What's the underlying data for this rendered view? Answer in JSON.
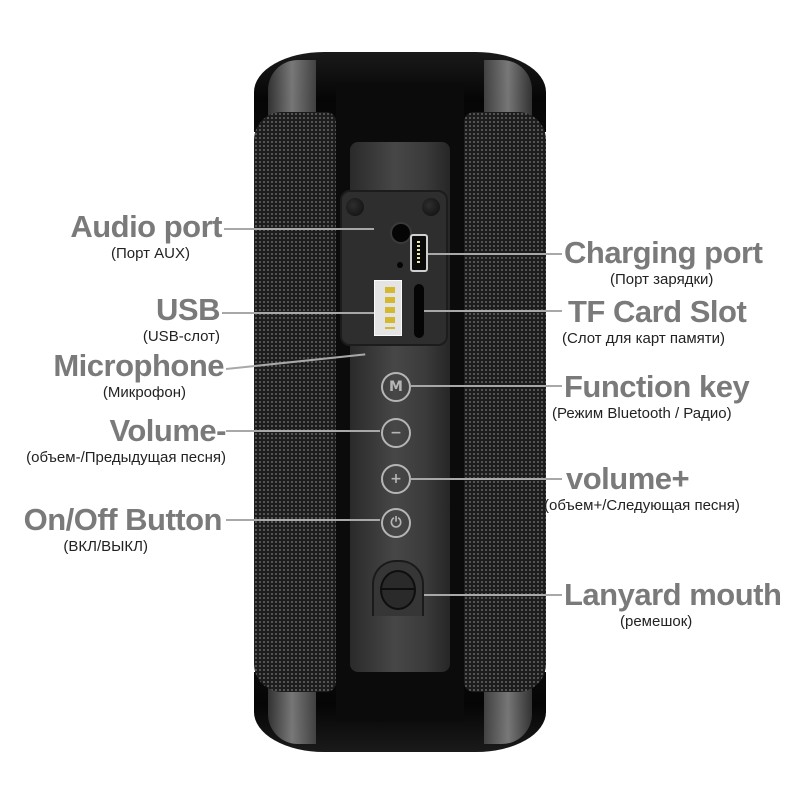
{
  "diagram": {
    "subject": "Portable Bluetooth speaker – back panel",
    "label_color": "#7a7a7a",
    "subtitle_color": "#222222",
    "leader_line_color": "#a8a8a8",
    "labels": {
      "audio_port": {
        "title": "Audio port",
        "subtitle": "(Порт AUX)"
      },
      "usb": {
        "title": "USB",
        "subtitle": "(USB-слот)"
      },
      "microphone": {
        "title": "Microphone",
        "subtitle": "(Микрофон)"
      },
      "volume_minus": {
        "title": "Volume-",
        "subtitle": "(объем-/Предыдущая песня)"
      },
      "on_off": {
        "title": "On/Off Button",
        "subtitle": "(ВКЛ/ВЫКЛ)"
      },
      "charging_port": {
        "title": "Charging port",
        "subtitle": "(Порт зарядки)"
      },
      "tf_card": {
        "title": "TF Card Slot",
        "subtitle": "(Слот для карт памяти)"
      },
      "function_key": {
        "title": "Function key",
        "subtitle": "(Режим Bluetooth / Радио)"
      },
      "volume_plus": {
        "title": "volume+",
        "subtitle": "(объем+/Следующая песня)"
      },
      "lanyard": {
        "title": "Lanyard mouth",
        "subtitle": "(ремешок)"
      }
    },
    "buttons": {
      "mode": "M",
      "minus": "−",
      "plus": "+",
      "power": "⏻"
    }
  }
}
